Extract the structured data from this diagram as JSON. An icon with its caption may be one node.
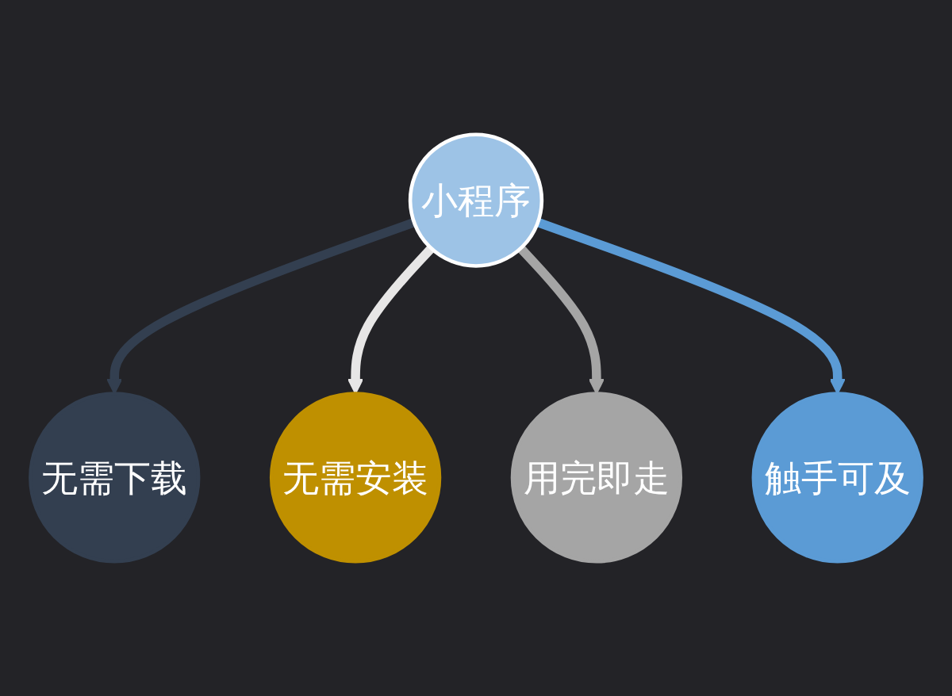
{
  "diagram": {
    "nodes": [
      {
        "text": [
          "无需下载"
        ]
      },
      {
        "text": [
          "无需安装"
        ]
      },
      {
        "text": [
          "小程序"
        ]
      },
      {
        "text": [
          "用完即走"
        ]
      },
      {
        "text": [
          "触手可及"
        ]
      }
    ],
    "edges": [
      {
        "from": 2,
        "to": 0,
        "arrow": "to",
        "color": "#333f50"
      },
      {
        "from": 2,
        "to": 1,
        "arrow": "to",
        "color": "#e7e6e6"
      },
      {
        "from": 2,
        "to": 3,
        "arrow": "to",
        "color": "#a5a5a5"
      },
      {
        "from": 2,
        "to": 4,
        "arrow": "to",
        "color": "#5b9bd5"
      }
    ]
  }
}
